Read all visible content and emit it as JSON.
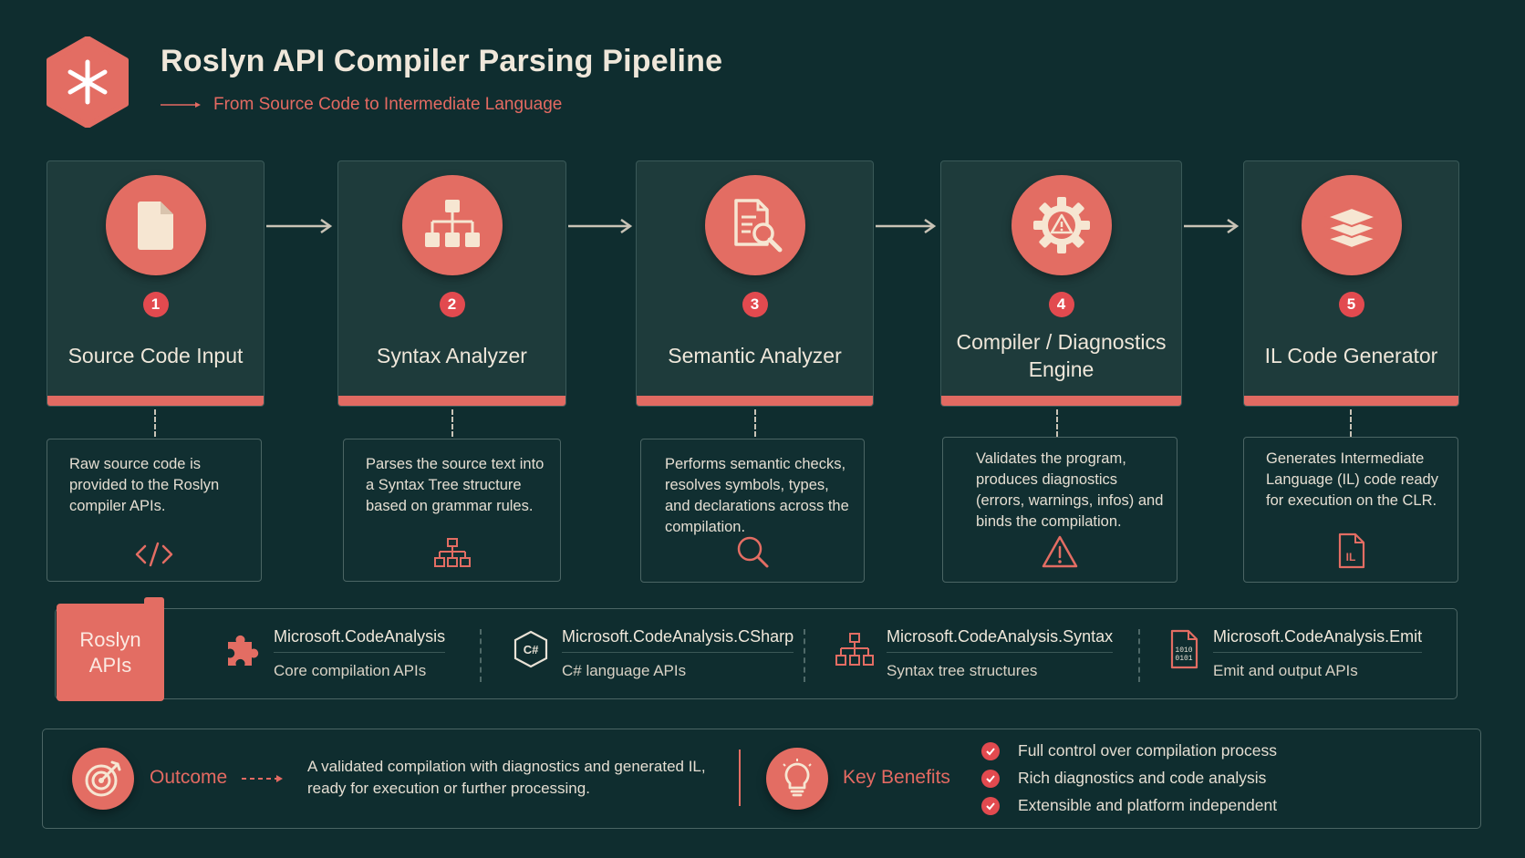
{
  "header": {
    "title": "Roslyn API Compiler Parsing Pipeline",
    "subtitle": "From Source Code to Intermediate Language",
    "logo_icon": "asterisk-icon"
  },
  "stages": [
    {
      "number": "1",
      "title": "Source Code Input",
      "icon": "file-icon",
      "description": "Raw source code is provided to the Roslyn compiler APIs.",
      "desc_icon": "code-brackets-icon"
    },
    {
      "number": "2",
      "title": "Syntax Analyzer",
      "icon": "hierarchy-icon",
      "description": "Parses the source text into a Syntax Tree structure based on grammar rules.",
      "desc_icon": "tree-icon"
    },
    {
      "number": "3",
      "title": "Semantic Analyzer",
      "icon": "document-search-icon",
      "description": "Performs semantic checks, resolves symbols, types, and declarations across the compilation.",
      "desc_icon": "magnifier-icon"
    },
    {
      "number": "4",
      "title": "Compiler / Diagnostics Engine",
      "icon": "gear-warning-icon",
      "description": "Validates the program, produces diagnostics (errors, warnings, infos) and binds the compilation.",
      "desc_icon": "warning-icon"
    },
    {
      "number": "5",
      "title": "IL Code Generator",
      "icon": "layers-icon",
      "description": "Generates Intermediate Language (IL) code ready for execution on the CLR.",
      "desc_icon": "il-file-icon",
      "desc_icon_text": "IL"
    }
  ],
  "apis": {
    "label": "Roslyn APIs",
    "items": [
      {
        "name": "Microsoft.CodeAnalysis",
        "desc": "Core compilation APIs",
        "icon": "puzzle-icon"
      },
      {
        "name": "Microsoft.CodeAnalysis.CSharp",
        "desc": "C# language APIs",
        "icon": "csharp-icon",
        "icon_text": "C#"
      },
      {
        "name": "Microsoft.CodeAnalysis.Syntax",
        "desc": "Syntax tree structures",
        "icon": "hierarchy-icon"
      },
      {
        "name": "Microsoft.CodeAnalysis.Emit",
        "desc": "Emit and output APIs",
        "icon": "binary-file-icon",
        "icon_text_1": "1010",
        "icon_text_2": "0101"
      }
    ]
  },
  "outcome": {
    "label": "Outcome",
    "text": "A validated compilation with diagnostics and generated IL, ready for execution or further processing.",
    "icon": "target-icon"
  },
  "benefits": {
    "label": "Key Benefits",
    "icon": "lightbulb-icon",
    "items": [
      "Full control over compilation process",
      "Rich diagnostics and code analysis",
      "Extensible and platform independent"
    ]
  },
  "colors": {
    "background": "#0f2d2f",
    "card": "#1e3b3b",
    "accent": "#e36d63",
    "badge": "#e24a4f",
    "text": "#efe7da"
  }
}
